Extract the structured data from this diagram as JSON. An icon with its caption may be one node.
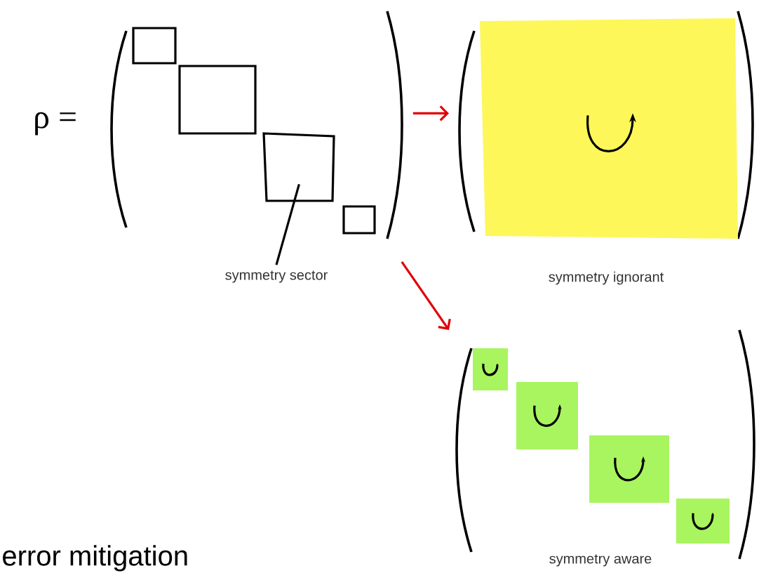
{
  "diagram": {
    "nodes": [
      {
        "text": [],
        "shape": "box"
      },
      {
        "text": [],
        "shape": "box",
        "in": 0
      },
      {
        "text": [
          "symmetry sector"
        ]
      },
      {
        "text": [],
        "shape": "box",
        "beside": [
          "symmetry ignorant"
        ]
      },
      {
        "text": [],
        "shape": "box",
        "beside": [
          "symmetry aware"
        ]
      }
    ],
    "edges": [
      {
        "from": 2,
        "to": 1,
        "arrow": "none",
        "color": "#000000"
      },
      {
        "from": 0,
        "to": 3,
        "arrow": "to"
      },
      {
        "from": 0,
        "to": 4,
        "arrow": "to"
      }
    ],
    "labels": [
      "ρ =",
      "error mitigation"
    ]
  }
}
